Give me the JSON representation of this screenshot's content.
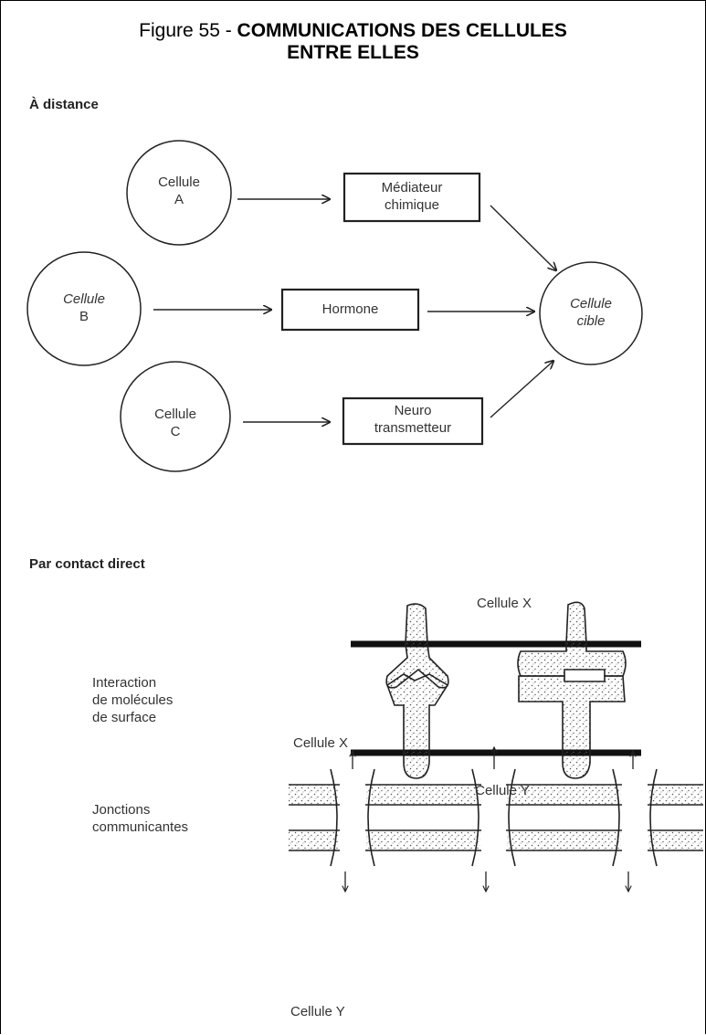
{
  "title": {
    "prefix": "Figure 55 - ",
    "line1": "COMMUNICATIONS DES CELLULES",
    "line2": "ENTRE ELLES"
  },
  "section_distance": "À distance",
  "cells": {
    "a": [
      "Cellule",
      "A"
    ],
    "b": [
      "Cellule",
      "B"
    ],
    "c": [
      "Cellule",
      "C"
    ],
    "target": [
      "Cellule",
      "cible"
    ]
  },
  "boxes": {
    "mediateur": [
      "Médiateur",
      "chimique"
    ],
    "hormone": "Hormone",
    "neuro": [
      "Neuro",
      "transmetteur"
    ]
  },
  "section_contact": "Par contact direct",
  "surface": {
    "top": "Cellule X",
    "bottom": "Cellule Y",
    "label": [
      "Interaction",
      "de molécules",
      "de surface"
    ]
  },
  "junctions": {
    "top": "Cellule X",
    "bottom": "Cellule Y",
    "label": [
      "Jonctions",
      "communicantes"
    ]
  },
  "colors": {
    "ink": "#222222",
    "stipple": "#555555"
  }
}
